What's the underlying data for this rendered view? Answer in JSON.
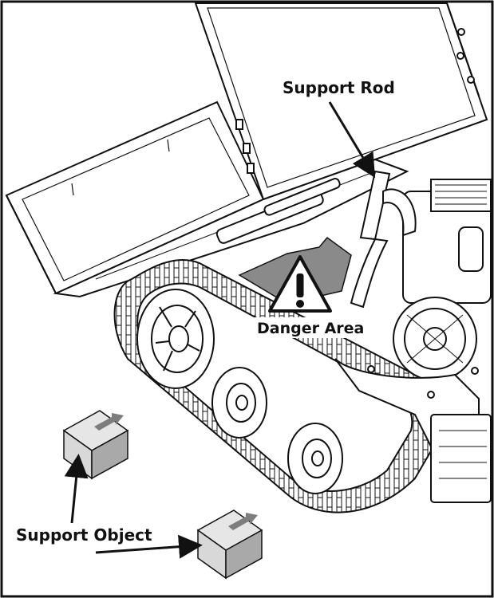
{
  "labels": {
    "support_rod": "Support Rod",
    "danger_area": "Danger Area",
    "support_object": "Support Object"
  },
  "icons": [
    "warning-triangle-icon",
    "arrow-icon"
  ],
  "colors": {
    "line": "#111111",
    "danger_fill": "#8a8a8a",
    "block_face": "#d8d8d8",
    "block_side": "#a9a9a9",
    "block_arrow": "#7d7d7d"
  }
}
